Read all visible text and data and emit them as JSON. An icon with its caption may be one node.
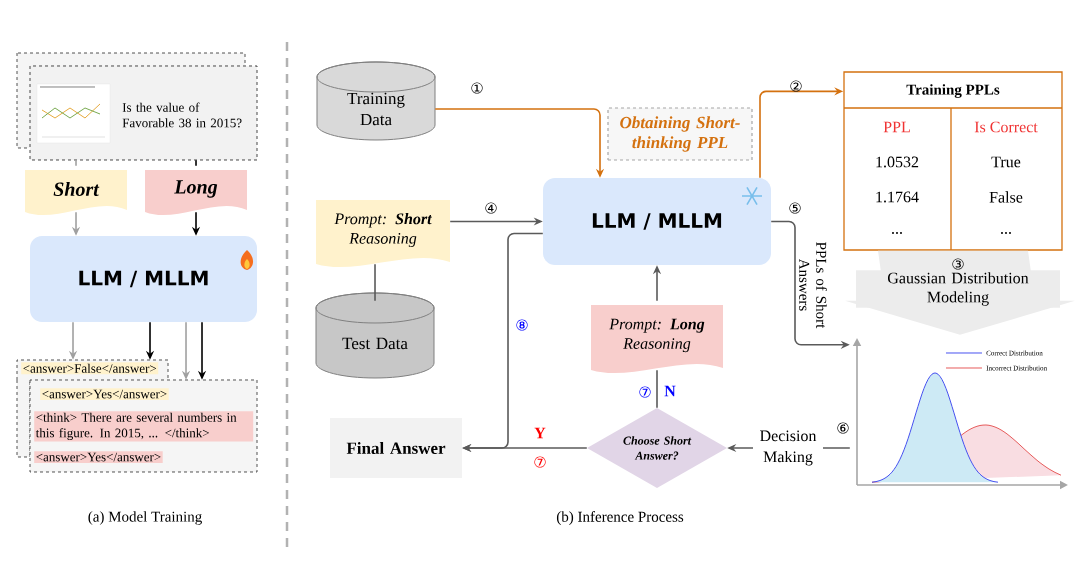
{
  "diagram": {
    "nodes": [
      {
        "text": [],
        "shape": "box"
      },
      {
        "text": [
          "Is the value of Favorable 38 in 2015?"
        ]
      },
      {
        "text": [
          "Short"
        ]
      },
      {
        "text": [
          "Long"
        ]
      },
      {
        "text": [
          "LLM / MLLM"
        ]
      },
      {
        "text": [
          "<answer>False</answer>"
        ]
      },
      {
        "text": [
          "<answer>Yes</answer>",
          "<think> There are several numbers in this figure. In 2015, ... </think>",
          "<answer>Yes</answer>"
        ]
      },
      {
        "text": [
          "Training Data"
        ]
      },
      {
        "text": [
          "Obtaining Short-thinking PPL"
        ]
      },
      {
        "text": [
          "LLM / MLLM"
        ]
      },
      {
        "text": [
          "Training PPLs"
        ]
      },
      {
        "text": [
          "Prompt: **Short** Reasoning"
        ]
      },
      {
        "text": [
          "Test Data"
        ]
      },
      {
        "text": [
          "Prompt: **Long** Reasoning"
        ]
      },
      {
        "text": [
          "Final Answer"
        ]
      },
      {
        "text": [
          "Choose Short Answer?"
        ]
      },
      {
        "text": [],
        "shape": "picture"
      }
    ],
    "edges": [
      {
        "from": 1,
        "to": 2,
        "arrow": "none",
        "color": "#a0a0a0"
      },
      {
        "from": 2,
        "to": 4,
        "arrow": "to",
        "color": "#a0a0a0"
      },
      {
        "from": 1,
        "to": 3,
        "arrow": "none",
        "color": "#000000"
      },
      {
        "from": 3,
        "to": 4,
        "arrow": "to",
        "color": "#000000"
      },
      {
        "from": 4,
        "to": 5,
        "arrow": "to",
        "color": "#a0a0a0"
      },
      {
        "from": 4,
        "to": 6,
        "arrow": "to",
        "color": "#a0a0a0"
      },
      {
        "from": 4,
        "to": 5,
        "arrow": "to",
        "color": "#000000"
      },
      {
        "from": 4,
        "to": 6,
        "arrow": "to",
        "color": "#000000"
      },
      {
        "from": 7,
        "to": 9,
        "arrow": "to",
        "color": "#d4710f"
      },
      {
        "from": 9,
        "to": 10,
        "arrow": "to",
        "color": "#d4710f"
      },
      {
        "from": 11,
        "to": 9,
        "arrow": "to"
      },
      {
        "from": 12,
        "to": 11,
        "arrow": "none"
      },
      {
        "from": 9,
        "to": 16,
        "arrow": "to",
        "label": "PPLs of Short Answers"
      },
      {
        "from": 10,
        "to": 16,
        "arrow": "to",
        "style": "thick",
        "color": "#ececec",
        "label": "Gaussian Distribution Modeling"
      },
      {
        "from": 16,
        "to": 15,
        "arrow": "to",
        "label": "Decision Making"
      },
      {
        "from": 15,
        "to": 14,
        "arrow": "to",
        "label": "Y"
      },
      {
        "from": 15,
        "to": 13,
        "arrow": "none",
        "label": "N"
      },
      {
        "from": 13,
        "to": 9,
        "arrow": "to"
      },
      {
        "from": 9,
        "to": 14,
        "arrow": "to"
      }
    ],
    "labels": [
      "①",
      "②",
      "PPL",
      "Is Correct",
      "1.0532",
      "True",
      "1.1764",
      "False",
      "...",
      "...",
      "④",
      "⑤",
      "③",
      "⑧",
      "⑦",
      "⑥",
      "⑦",
      "(a) Model Training",
      "(b) Inference Process"
    ],
    "legend": [
      {
        "text": "Correct Distribution"
      },
      {
        "text": "Incorrect Distribution"
      }
    ]
  }
}
